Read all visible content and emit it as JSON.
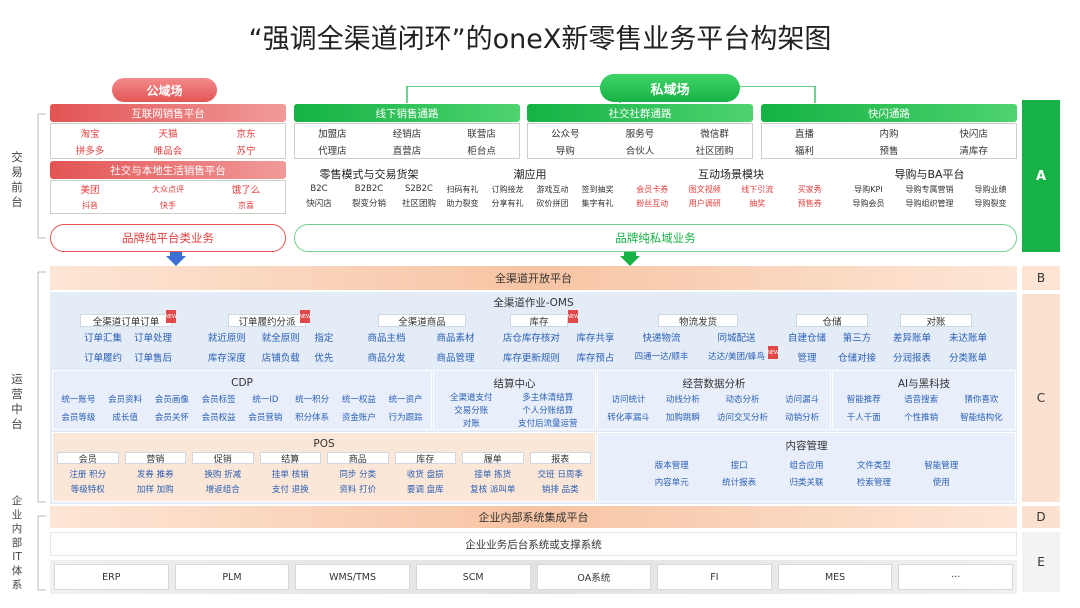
{
  "title": "“强调全渠道闭环”的oneX新零售业务平台构架图",
  "public_domain": "公域场",
  "private_domain": "私域场",
  "side": {
    "front": [
      "交",
      "易",
      "前",
      "台"
    ],
    "mid": [
      "运",
      "营",
      "中",
      "台"
    ],
    "it": [
      "企",
      "业",
      "内",
      "部",
      "IT",
      "体",
      "系"
    ]
  },
  "letters": {
    "A": "A",
    "B": "B",
    "C": "C",
    "D": "D",
    "E": "E"
  },
  "internet_platform": {
    "title": "互联网销售平台",
    "items": [
      "淘宝",
      "天猫",
      "京东",
      "拼多多",
      "唯品会",
      "苏宁"
    ]
  },
  "social_platform": {
    "title": "社交与本地生活销售平台",
    "items": [
      "美团",
      "大众点评",
      "饿了么",
      "抖音",
      "快手",
      "京喜"
    ]
  },
  "offline_channel": {
    "title": "线下销售通路",
    "items": [
      "加盟店",
      "经销店",
      "联营店",
      "代理店",
      "直营店",
      "柜台点"
    ]
  },
  "social_group": {
    "title": "社交社群通路",
    "items": [
      "公众号",
      "服务号",
      "微信群",
      "导购",
      "合伙人",
      "社区团购"
    ]
  },
  "flash_channel": {
    "title": "快闪通路",
    "items": [
      "直播",
      "内购",
      "快闪店",
      "福利",
      "预售",
      "清库存"
    ]
  },
  "retail_mode": {
    "title": "零售模式与交易货架",
    "items": [
      "B2C",
      "B2B2C",
      "S2B2C",
      "快闪店",
      "裂变分销",
      "社区团购"
    ]
  },
  "tide_app": {
    "title": "潮应用",
    "items": [
      "扫码有礼",
      "订购接龙",
      "游戏互动",
      "签到抽奖",
      "助力裂变",
      "分享有礼",
      "砍价拼团",
      "集字有礼"
    ]
  },
  "interaction": {
    "title": "互动场景模块",
    "items": [
      "会员卡券",
      "图文视频",
      "线下引流",
      "买家秀",
      "粉丝互动",
      "用户调研",
      "抽奖",
      "预售券"
    ]
  },
  "ba_platform": {
    "title": "导购与BA平台",
    "items": [
      "导购KPI",
      "导购专属营销",
      "导购业绩",
      "导购会员",
      "导购组织管理",
      "导购裂变"
    ]
  },
  "brand_platform": "品牌纯平台类业务",
  "brand_private": "品牌纯私域业务",
  "omni_open": "全渠道开放平台",
  "oms": {
    "title": "全渠道作业-OMS",
    "groups": [
      {
        "name": "全渠道订单订单",
        "items": [
          "订单汇集",
          "订单处理",
          "订单履约",
          "订单售后"
        ]
      },
      {
        "name": "订单履约分派",
        "items": [
          "就近原则",
          "就全原则",
          "指定",
          "库存深度",
          "店铺负载",
          "优先"
        ]
      },
      {
        "name": "全渠道商品",
        "items": [
          "商品主档",
          "商品素材",
          "商品分发",
          "商品管理"
        ]
      },
      {
        "name": "库存",
        "items": [
          "店仓库存核对",
          "库存共享",
          "库存更新规则",
          "库存预占"
        ]
      },
      {
        "name": "物流发货",
        "items": [
          "快递物流",
          "同城配送",
          "四通一达/顺丰",
          "达达/美团/蜂鸟"
        ]
      },
      {
        "name": "仓储",
        "items": [
          "自建仓储",
          "第三方",
          "管理",
          "仓储对接"
        ]
      },
      {
        "name": "对账",
        "items": [
          "差异账单",
          "未达账单",
          "分润报表",
          "分类账单"
        ]
      }
    ],
    "flag_text": "NEW"
  },
  "cdp": {
    "title": "CDP",
    "items": [
      "统一账号",
      "会员资料",
      "会员画像",
      "会员标签",
      "统一ID",
      "统一积分",
      "统一权益",
      "统一资产",
      "会员等级",
      "成长值",
      "会员关怀",
      "会员权益",
      "会员营销",
      "积分体系",
      "资金账户",
      "行为跟踪"
    ]
  },
  "settlement": {
    "title": "结算中心",
    "items": [
      "全渠道支付",
      "交易分账",
      "对账",
      "多主体清结算",
      "个人分账结算",
      "支付后流量运营"
    ]
  },
  "operation_analysis": {
    "title": "经营数据分析",
    "items": [
      "访问统计",
      "动线分析",
      "动态分析",
      "访问漏斗",
      "转化率漏斗",
      "加购跳瞬",
      "访问交叉分析",
      "动销分析"
    ]
  },
  "ai_tech": {
    "title": "AI与黑科技",
    "items": [
      "智能推荐",
      "语音搜索",
      "猜你喜欢",
      "千人千面",
      "个性推销",
      "智能结构化"
    ]
  },
  "pos": {
    "title": "POS",
    "groups": [
      {
        "name": "会员",
        "items": [
          "注册 积分",
          "等级特权"
        ]
      },
      {
        "name": "营销",
        "items": [
          "发券 推券",
          "加样 加购"
        ]
      },
      {
        "name": "促销",
        "items": [
          "换购 折减",
          "增返组合"
        ]
      },
      {
        "name": "结算",
        "items": [
          "挂单 核销",
          "支付 退换"
        ]
      },
      {
        "name": "商品",
        "items": [
          "同步 分类",
          "资料 打价"
        ]
      },
      {
        "name": "库存",
        "items": [
          "收货 盘损",
          "要调 盘库"
        ]
      },
      {
        "name": "履单",
        "items": [
          "接单 拣货",
          "复核 派叫单"
        ]
      },
      {
        "name": "报表",
        "items": [
          "交班 日周季",
          "销排 品类"
        ]
      }
    ]
  },
  "content": {
    "title": "内容管理",
    "items": [
      "版本管理",
      "接口",
      "组合应用",
      "文件类型",
      "智能管理",
      "内容单元",
      "统计报表",
      "归类关联",
      "检索管理",
      "使用"
    ]
  },
  "enterprise_integration": "企业内部系统集成平台",
  "backend": "企业业务后台系统或支撑系统",
  "systems": [
    "ERP",
    "PLM",
    "WMS/TMS",
    "SCM",
    "OA系统",
    "FI",
    "MES",
    "···"
  ],
  "colors": {
    "red": "#e45656",
    "green": "#17b245",
    "orange": "#f7c4a3",
    "blue": "#e3ecf7"
  }
}
